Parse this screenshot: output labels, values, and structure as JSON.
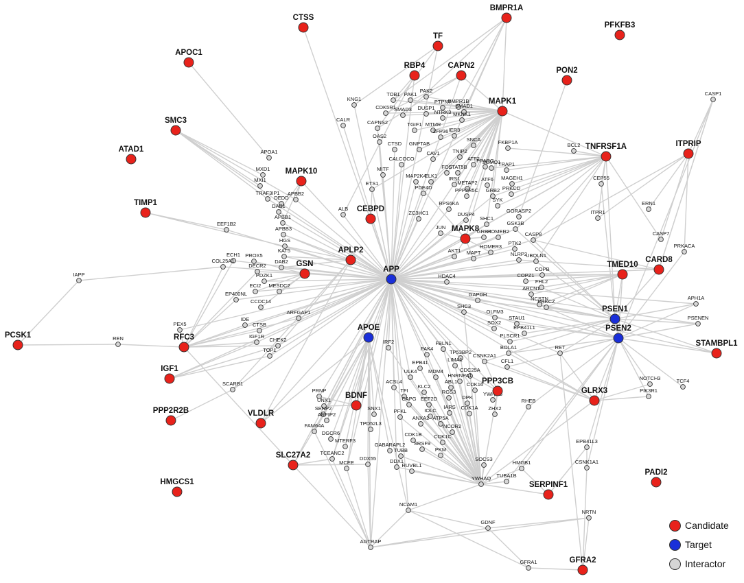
{
  "colors": {
    "candidate": "#e8221b",
    "target": "#1a2fd9",
    "interactor": "#d6d6d6",
    "edge": "#cfcfcf"
  },
  "legend": [
    {
      "key": "candidate",
      "label": "Candidate"
    },
    {
      "key": "target",
      "label": "Target"
    },
    {
      "key": "interactor",
      "label": "Interactor"
    }
  ],
  "nodes": [
    {
      "id": "APP",
      "label": "APP",
      "group": "target"
    },
    {
      "id": "APOE",
      "label": "APOE",
      "group": "target"
    },
    {
      "id": "PSEN1",
      "label": "PSEN1",
      "group": "target"
    },
    {
      "id": "PSEN2",
      "label": "PSEN2",
      "group": "target"
    },
    {
      "id": "CTSS",
      "label": "CTSS",
      "group": "candidate"
    },
    {
      "id": "BMPR1A",
      "label": "BMPR1A",
      "group": "candidate"
    },
    {
      "id": "TF",
      "label": "TF",
      "group": "candidate"
    },
    {
      "id": "PFKFB3",
      "label": "PFKFB3",
      "group": "candidate"
    },
    {
      "id": "APOC1",
      "label": "APOC1",
      "group": "candidate"
    },
    {
      "id": "RBP4",
      "label": "RBP4",
      "group": "candidate"
    },
    {
      "id": "CAPN2",
      "label": "CAPN2",
      "group": "candidate"
    },
    {
      "id": "PON2",
      "label": "PON2",
      "group": "candidate"
    },
    {
      "id": "MAPK1",
      "label": "MAPK1",
      "group": "candidate"
    },
    {
      "id": "SMC3",
      "label": "SMC3",
      "group": "candidate"
    },
    {
      "id": "ATAD1",
      "label": "ATAD1",
      "group": "candidate"
    },
    {
      "id": "TNFRSF1A",
      "label": "TNFRSF1A",
      "group": "candidate"
    },
    {
      "id": "ITPRIP",
      "label": "ITPRIP",
      "group": "candidate"
    },
    {
      "id": "MAPK10",
      "label": "MAPK10",
      "group": "candidate"
    },
    {
      "id": "TIMP1",
      "label": "TIMP1",
      "group": "candidate"
    },
    {
      "id": "CEBPD",
      "label": "CEBPD",
      "group": "candidate"
    },
    {
      "id": "MAPK8",
      "label": "MAPK8",
      "group": "candidate"
    },
    {
      "id": "APLP2",
      "label": "APLP2",
      "group": "candidate"
    },
    {
      "id": "GSN",
      "label": "GSN",
      "group": "candidate"
    },
    {
      "id": "CARD8",
      "label": "CARD8",
      "group": "candidate"
    },
    {
      "id": "TMED10",
      "label": "TMED10",
      "group": "candidate"
    },
    {
      "id": "PCSK1",
      "label": "PCSK1",
      "group": "candidate"
    },
    {
      "id": "RFC3",
      "label": "RFC3",
      "group": "candidate"
    },
    {
      "id": "STAMBPL1",
      "label": "STAMBPL1",
      "group": "candidate"
    },
    {
      "id": "IGF1",
      "label": "IGF1",
      "group": "candidate"
    },
    {
      "id": "PPP3CB",
      "label": "PPP3CB",
      "group": "candidate"
    },
    {
      "id": "GLRX3",
      "label": "GLRX3",
      "group": "candidate"
    },
    {
      "id": "BDNF",
      "label": "BDNF",
      "group": "candidate"
    },
    {
      "id": "PPP2R2B",
      "label": "PPP2R2B",
      "group": "candidate"
    },
    {
      "id": "VLDLR",
      "label": "VLDLR",
      "group": "candidate"
    },
    {
      "id": "SLC27A2",
      "label": "SLC27A2",
      "group": "candidate"
    },
    {
      "id": "HMGCS1",
      "label": "HMGCS1",
      "group": "candidate"
    },
    {
      "id": "SERPINF1",
      "label": "SERPINF1",
      "group": "candidate"
    },
    {
      "id": "PADI2",
      "label": "PADI2",
      "group": "candidate"
    },
    {
      "id": "GFRA2",
      "label": "GFRA2",
      "group": "candidate"
    },
    {
      "id": "KNG1",
      "label": "KNG1",
      "group": "interactor"
    },
    {
      "id": "TOB1",
      "label": "TOB1",
      "group": "interactor"
    },
    {
      "id": "PAK1",
      "label": "PAK1",
      "group": "interactor"
    },
    {
      "id": "PAK2",
      "label": "PAK2",
      "group": "interactor"
    },
    {
      "id": "BMPR1B",
      "label": "BMPR1B",
      "group": "interactor"
    },
    {
      "id": "CDK5R1",
      "label": "CDK5R1",
      "group": "interactor"
    },
    {
      "id": "SMAD3",
      "label": "SMAD3",
      "group": "interactor"
    },
    {
      "id": "DUSP1",
      "label": "DUSP1",
      "group": "interactor"
    },
    {
      "id": "PTPN7",
      "label": "PTPN7",
      "group": "interactor"
    },
    {
      "id": "SMAD1",
      "label": "SMAD1",
      "group": "interactor"
    },
    {
      "id": "CALR",
      "label": "CALR",
      "group": "interactor"
    },
    {
      "id": "CAPNS2",
      "label": "CAPNS2",
      "group": "interactor"
    },
    {
      "id": "TGIF1",
      "label": "TGIF1",
      "group": "interactor"
    },
    {
      "id": "NTRK3",
      "label": "NTRK3",
      "group": "interactor"
    },
    {
      "id": "MKNK1",
      "label": "MKNK1",
      "group": "interactor"
    },
    {
      "id": "OAS2",
      "label": "OAS2",
      "group": "interactor"
    },
    {
      "id": "MTMR",
      "label": "MTMR",
      "group": "interactor"
    },
    {
      "id": "IER3",
      "label": "IER3",
      "group": "interactor"
    },
    {
      "id": "CTSD",
      "label": "CTSD",
      "group": "interactor"
    },
    {
      "id": "GNPTAB",
      "label": "GNPTAB",
      "group": "interactor"
    },
    {
      "id": "ZFP36",
      "label": "ZFP36",
      "group": "interactor"
    },
    {
      "id": "SNCA",
      "label": "SNCA",
      "group": "interactor"
    },
    {
      "id": "CALCOCO",
      "label": "CALCOCO",
      "group": "interactor"
    },
    {
      "id": "CAV1",
      "label": "CAV1",
      "group": "interactor"
    },
    {
      "id": "TNIP2",
      "label": "TNIP2",
      "group": "interactor"
    },
    {
      "id": "FKBP1A",
      "label": "FKBP1A",
      "group": "interactor"
    },
    {
      "id": "BCL2",
      "label": "BCL2",
      "group": "interactor"
    },
    {
      "id": "CASP1",
      "label": "CASP1",
      "group": "interactor"
    },
    {
      "id": "APOA1",
      "label": "APOA1",
      "group": "interactor"
    },
    {
      "id": "MITF",
      "label": "MITF",
      "group": "interactor"
    },
    {
      "id": "ATF2",
      "label": "ATF2",
      "group": "interactor"
    },
    {
      "id": "PPARG",
      "label": "PPARG",
      "group": "interactor"
    },
    {
      "id": "SUMO1",
      "label": "SUMO1",
      "group": "interactor"
    },
    {
      "id": "ETS1",
      "label": "ETS1",
      "group": "interactor"
    },
    {
      "id": "MAP2K4",
      "label": "MAP2K4",
      "group": "interactor"
    },
    {
      "id": "FOS",
      "label": "FOS",
      "group": "interactor"
    },
    {
      "id": "STAT5B",
      "label": "STAT5B",
      "group": "interactor"
    },
    {
      "id": "TRAP1",
      "label": "TRAP1",
      "group": "interactor"
    },
    {
      "id": "MXD1",
      "label": "MXD1",
      "group": "interactor"
    },
    {
      "id": "MXI1",
      "label": "MXI1",
      "group": "interactor"
    },
    {
      "id": "ELK1",
      "label": "ELK1",
      "group": "interactor"
    },
    {
      "id": "IRS1",
      "label": "IRS1",
      "group": "interactor"
    },
    {
      "id": "METAP2",
      "label": "METAP2",
      "group": "interactor"
    },
    {
      "id": "ATF6",
      "label": "ATF6",
      "group": "interactor"
    },
    {
      "id": "MAGEH1",
      "label": "MAGEH1",
      "group": "interactor"
    },
    {
      "id": "APBB2",
      "label": "APBB2",
      "group": "interactor"
    },
    {
      "id": "DEDD",
      "label": "DEDD",
      "group": "interactor"
    },
    {
      "id": "PDE4D",
      "label": "PDE4D",
      "group": "interactor"
    },
    {
      "id": "PPP2R5C",
      "label": "PPP2R5C",
      "group": "interactor"
    },
    {
      "id": "TRAF3IP1",
      "label": "TRAF3IP1",
      "group": "interactor"
    },
    {
      "id": "GRB2",
      "label": "GRB2",
      "group": "interactor"
    },
    {
      "id": "PRKCD",
      "label": "PRKCD",
      "group": "interactor"
    },
    {
      "id": "CEP55",
      "label": "CEP55",
      "group": "interactor"
    },
    {
      "id": "DAB1",
      "label": "DAB1",
      "group": "interactor"
    },
    {
      "id": "ALB",
      "label": "ALB",
      "group": "interactor"
    },
    {
      "id": "RPS6KA",
      "label": "RPS6KA",
      "group": "interactor"
    },
    {
      "id": "SYK",
      "label": "SYK",
      "group": "interactor"
    },
    {
      "id": "ZC3HC1",
      "label": "ZC3HC1",
      "group": "interactor"
    },
    {
      "id": "DUSP4",
      "label": "DUSP4",
      "group": "interactor"
    },
    {
      "id": "GORASP2",
      "label": "GORASP2",
      "group": "interactor"
    },
    {
      "id": "ERN1",
      "label": "ERN1",
      "group": "interactor"
    },
    {
      "id": "APBB1",
      "label": "APBB1",
      "group": "interactor"
    },
    {
      "id": "EEF1B2",
      "label": "EEF1B2",
      "group": "interactor"
    },
    {
      "id": "APBB3",
      "label": "APBB3",
      "group": "interactor"
    },
    {
      "id": "ITPR1",
      "label": "ITPR1",
      "group": "interactor"
    },
    {
      "id": "SHC1",
      "label": "SHC1",
      "group": "interactor"
    },
    {
      "id": "GSK3B",
      "label": "GSK3B",
      "group": "interactor"
    },
    {
      "id": "JUN",
      "label": "JUN",
      "group": "interactor"
    },
    {
      "id": "HGS",
      "label": "HGS",
      "group": "interactor"
    },
    {
      "id": "GRB7",
      "label": "GRB7",
      "group": "interactor"
    },
    {
      "id": "HOMER2",
      "label": "HOMER2",
      "group": "interactor"
    },
    {
      "id": "CASP8",
      "label": "CASP8",
      "group": "interactor"
    },
    {
      "id": "CASP7",
      "label": "CASP7",
      "group": "interactor"
    },
    {
      "id": "KAT5",
      "label": "KAT5",
      "group": "interactor"
    },
    {
      "id": "PTK2",
      "label": "PTK2",
      "group": "interactor"
    },
    {
      "id": "ECH1",
      "label": "ECH1",
      "group": "interactor"
    },
    {
      "id": "HOMER3",
      "label": "HOMER3",
      "group": "interactor"
    },
    {
      "id": "AKT1",
      "label": "AKT1",
      "group": "interactor"
    },
    {
      "id": "PRKACA",
      "label": "PRKACA",
      "group": "interactor"
    },
    {
      "id": "COL25A1",
      "label": "COL25A1",
      "group": "interactor"
    },
    {
      "id": "PROX5",
      "label": "PROX5",
      "group": "interactor"
    },
    {
      "id": "MAPT",
      "label": "MAPT",
      "group": "interactor"
    },
    {
      "id": "NLRP2",
      "label": "NLRP2",
      "group": "interactor"
    },
    {
      "id": "UBQLN1",
      "label": "UBQLN1",
      "group": "interactor"
    },
    {
      "id": "IAPP",
      "label": "IAPP",
      "group": "interactor"
    },
    {
      "id": "DECR2",
      "label": "DECR2",
      "group": "interactor"
    },
    {
      "id": "DAB2",
      "label": "DAB2",
      "group": "interactor"
    },
    {
      "id": "COPB",
      "label": "COPB",
      "group": "interactor"
    },
    {
      "id": "PDZK1",
      "label": "PDZK1",
      "group": "interactor"
    },
    {
      "id": "HDAC4",
      "label": "HDAC4",
      "group": "interactor"
    },
    {
      "id": "COPZ1",
      "label": "COPZ1",
      "group": "interactor"
    },
    {
      "id": "FHL2",
      "label": "FHL2",
      "group": "interactor"
    },
    {
      "id": "ECI2",
      "label": "ECI2",
      "group": "interactor"
    },
    {
      "id": "MESDC2",
      "label": "MESDC2",
      "group": "interactor"
    },
    {
      "id": "EP400NL",
      "label": "EP400NL",
      "group": "interactor"
    },
    {
      "id": "ARCN1",
      "label": "ARCN1",
      "group": "interactor"
    },
    {
      "id": "GAPDH",
      "label": "GAPDH",
      "group": "interactor"
    },
    {
      "id": "NCSTN",
      "label": "NCSTN",
      "group": "interactor"
    },
    {
      "id": "PRKCZ",
      "label": "PRKCZ",
      "group": "interactor"
    },
    {
      "id": "APH1A",
      "label": "APH1A",
      "group": "interactor"
    },
    {
      "id": "CCDC14",
      "label": "CCDC14",
      "group": "interactor"
    },
    {
      "id": "SHC3",
      "label": "SHC3",
      "group": "interactor"
    },
    {
      "id": "ARFGAP1",
      "label": "ARFGAP1",
      "group": "interactor"
    },
    {
      "id": "IDE",
      "label": "IDE",
      "group": "interactor"
    },
    {
      "id": "OLFM3",
      "label": "OLFM3",
      "group": "interactor"
    },
    {
      "id": "STAU1",
      "label": "STAU1",
      "group": "interactor"
    },
    {
      "id": "PSENEN",
      "label": "PSENEN",
      "group": "interactor"
    },
    {
      "id": "PEX5",
      "label": "PEX5",
      "group": "interactor"
    },
    {
      "id": "CTSB",
      "label": "CTSB",
      "group": "interactor"
    },
    {
      "id": "EPB41L1",
      "label": "EPB41L1",
      "group": "interactor"
    },
    {
      "id": "SOX2",
      "label": "SOX2",
      "group": "interactor"
    },
    {
      "id": "PLSCR1",
      "label": "PLSCR1",
      "group": "interactor"
    },
    {
      "id": "REN",
      "label": "REN",
      "group": "interactor"
    },
    {
      "id": "IGF1R",
      "label": "IGF1R",
      "group": "interactor"
    },
    {
      "id": "CHEK2",
      "label": "CHEK2",
      "group": "interactor"
    },
    {
      "id": "TOP1",
      "label": "TOP1",
      "group": "interactor"
    },
    {
      "id": "IRF2",
      "label": "IRF2",
      "group": "interactor"
    },
    {
      "id": "FBLN1",
      "label": "FBLN1",
      "group": "interactor"
    },
    {
      "id": "PAK4",
      "label": "PAK4",
      "group": "interactor"
    },
    {
      "id": "TP53BP2",
      "label": "TP53BP2",
      "group": "interactor"
    },
    {
      "id": "CSNK2A1",
      "label": "CSNK2A1",
      "group": "interactor"
    },
    {
      "id": "BOLA1",
      "label": "BOLA1",
      "group": "interactor"
    },
    {
      "id": "RET",
      "label": "RET",
      "group": "interactor"
    },
    {
      "id": "LIMA1",
      "label": "LIMA1",
      "group": "interactor"
    },
    {
      "id": "EPB41",
      "label": "EPB41",
      "group": "interactor"
    },
    {
      "id": "CFL1",
      "label": "CFL1",
      "group": "interactor"
    },
    {
      "id": "ULK4",
      "label": "ULK4",
      "group": "interactor"
    },
    {
      "id": "MDM4",
      "label": "MDM4",
      "group": "interactor"
    },
    {
      "id": "CDC25A",
      "label": "CDC25A",
      "group": "interactor"
    },
    {
      "id": "SCARB1",
      "label": "SCARB1",
      "group": "interactor"
    },
    {
      "id": "ACSL4",
      "label": "ACSL4",
      "group": "interactor"
    },
    {
      "id": "ABL1",
      "label": "ABL1",
      "group": "interactor"
    },
    {
      "id": "HNRNPA1",
      "label": "HNRNPA1",
      "group": "interactor"
    },
    {
      "id": "NOTCH3",
      "label": "NOTCH3",
      "group": "interactor"
    },
    {
      "id": "TCF4",
      "label": "TCF4",
      "group": "interactor"
    },
    {
      "id": "PRNP",
      "label": "PRNP",
      "group": "interactor"
    },
    {
      "id": "KLC2",
      "label": "KLC2",
      "group": "interactor"
    },
    {
      "id": "CDK16",
      "label": "CDK16",
      "group": "interactor"
    },
    {
      "id": "TFI",
      "label": "TFI",
      "group": "interactor"
    },
    {
      "id": "YWHAG",
      "label": "YWHAG",
      "group": "interactor"
    },
    {
      "id": "UNX1",
      "label": "UNX1",
      "group": "interactor"
    },
    {
      "id": "CAPG",
      "label": "CAPG",
      "group": "interactor"
    },
    {
      "id": "EEF2D",
      "label": "EEF2D",
      "group": "interactor"
    },
    {
      "id": "RGS3",
      "label": "RGS3",
      "group": "interactor"
    },
    {
      "id": "DPK",
      "label": "DPK",
      "group": "interactor"
    },
    {
      "id": "SENP2",
      "label": "SENP2",
      "group": "interactor"
    },
    {
      "id": "PIK3R1",
      "label": "PIK3R1",
      "group": "interactor"
    },
    {
      "id": "RHEB",
      "label": "RHEB",
      "group": "interactor"
    },
    {
      "id": "ARFIP2",
      "label": "ARFIP2",
      "group": "interactor"
    },
    {
      "id": "SNX1",
      "label": "SNX1",
      "group": "interactor"
    },
    {
      "id": "PFKL",
      "label": "PFKL",
      "group": "interactor"
    },
    {
      "id": "IOLC",
      "label": "IOLC",
      "group": "interactor"
    },
    {
      "id": "IARS",
      "label": "IARS",
      "group": "interactor"
    },
    {
      "id": "CDK1A",
      "label": "CDK1A",
      "group": "interactor"
    },
    {
      "id": "ZHX2",
      "label": "ZHX2",
      "group": "interactor"
    },
    {
      "id": "FAM64A",
      "label": "FAM64A",
      "group": "interactor"
    },
    {
      "id": "TPD52L3",
      "label": "TPD52L3",
      "group": "interactor"
    },
    {
      "id": "ANXA2",
      "label": "ANXA2",
      "group": "interactor"
    },
    {
      "id": "ATP5A",
      "label": "ATP5A",
      "group": "interactor"
    },
    {
      "id": "DGCR6",
      "label": "DGCR6",
      "group": "interactor"
    },
    {
      "id": "CDK1B",
      "label": "CDK1B",
      "group": "interactor"
    },
    {
      "id": "NCOR2",
      "label": "NCOR2",
      "group": "interactor"
    },
    {
      "id": "MTERF3",
      "label": "MTERF3",
      "group": "interactor"
    },
    {
      "id": "CDK1C",
      "label": "CDK1C",
      "group": "interactor"
    },
    {
      "id": "SRSF9",
      "label": "SRSF9",
      "group": "interactor"
    },
    {
      "id": "EPB41L3",
      "label": "EPB41L3",
      "group": "interactor"
    },
    {
      "id": "TCEANC2",
      "label": "TCEANC2",
      "group": "interactor"
    },
    {
      "id": "GABARAPL2",
      "label": "GABARAPL2",
      "group": "interactor"
    },
    {
      "id": "TUBB",
      "label": "TUBB",
      "group": "interactor"
    },
    {
      "id": "PKM",
      "label": "PKM",
      "group": "interactor"
    },
    {
      "id": "CSNK1A1",
      "label": "CSNK1A1",
      "group": "interactor"
    },
    {
      "id": "MCEE",
      "label": "MCEE",
      "group": "interactor"
    },
    {
      "id": "DDX55",
      "label": "DDX55",
      "group": "interactor"
    },
    {
      "id": "DDX1",
      "label": "DDX1",
      "group": "interactor"
    },
    {
      "id": "RUVBL1",
      "label": "RUVBL1",
      "group": "interactor"
    },
    {
      "id": "SOCS3",
      "label": "SOCS3",
      "group": "interactor"
    },
    {
      "id": "HMGB1",
      "label": "HMGB1",
      "group": "interactor"
    },
    {
      "id": "YWHAQ",
      "label": "YWHAQ",
      "group": "interactor"
    },
    {
      "id": "TUBA1B",
      "label": "TUBA1B",
      "group": "interactor"
    },
    {
      "id": "NCAM1",
      "label": "NCAM1",
      "group": "interactor"
    },
    {
      "id": "NRTN",
      "label": "NRTN",
      "group": "interactor"
    },
    {
      "id": "GDNF",
      "label": "GDNF",
      "group": "interactor"
    },
    {
      "id": "AGTRAP",
      "label": "AGTRAP",
      "group": "interactor"
    },
    {
      "id": "GFRA1",
      "label": "GFRA1",
      "group": "interactor"
    }
  ]
}
